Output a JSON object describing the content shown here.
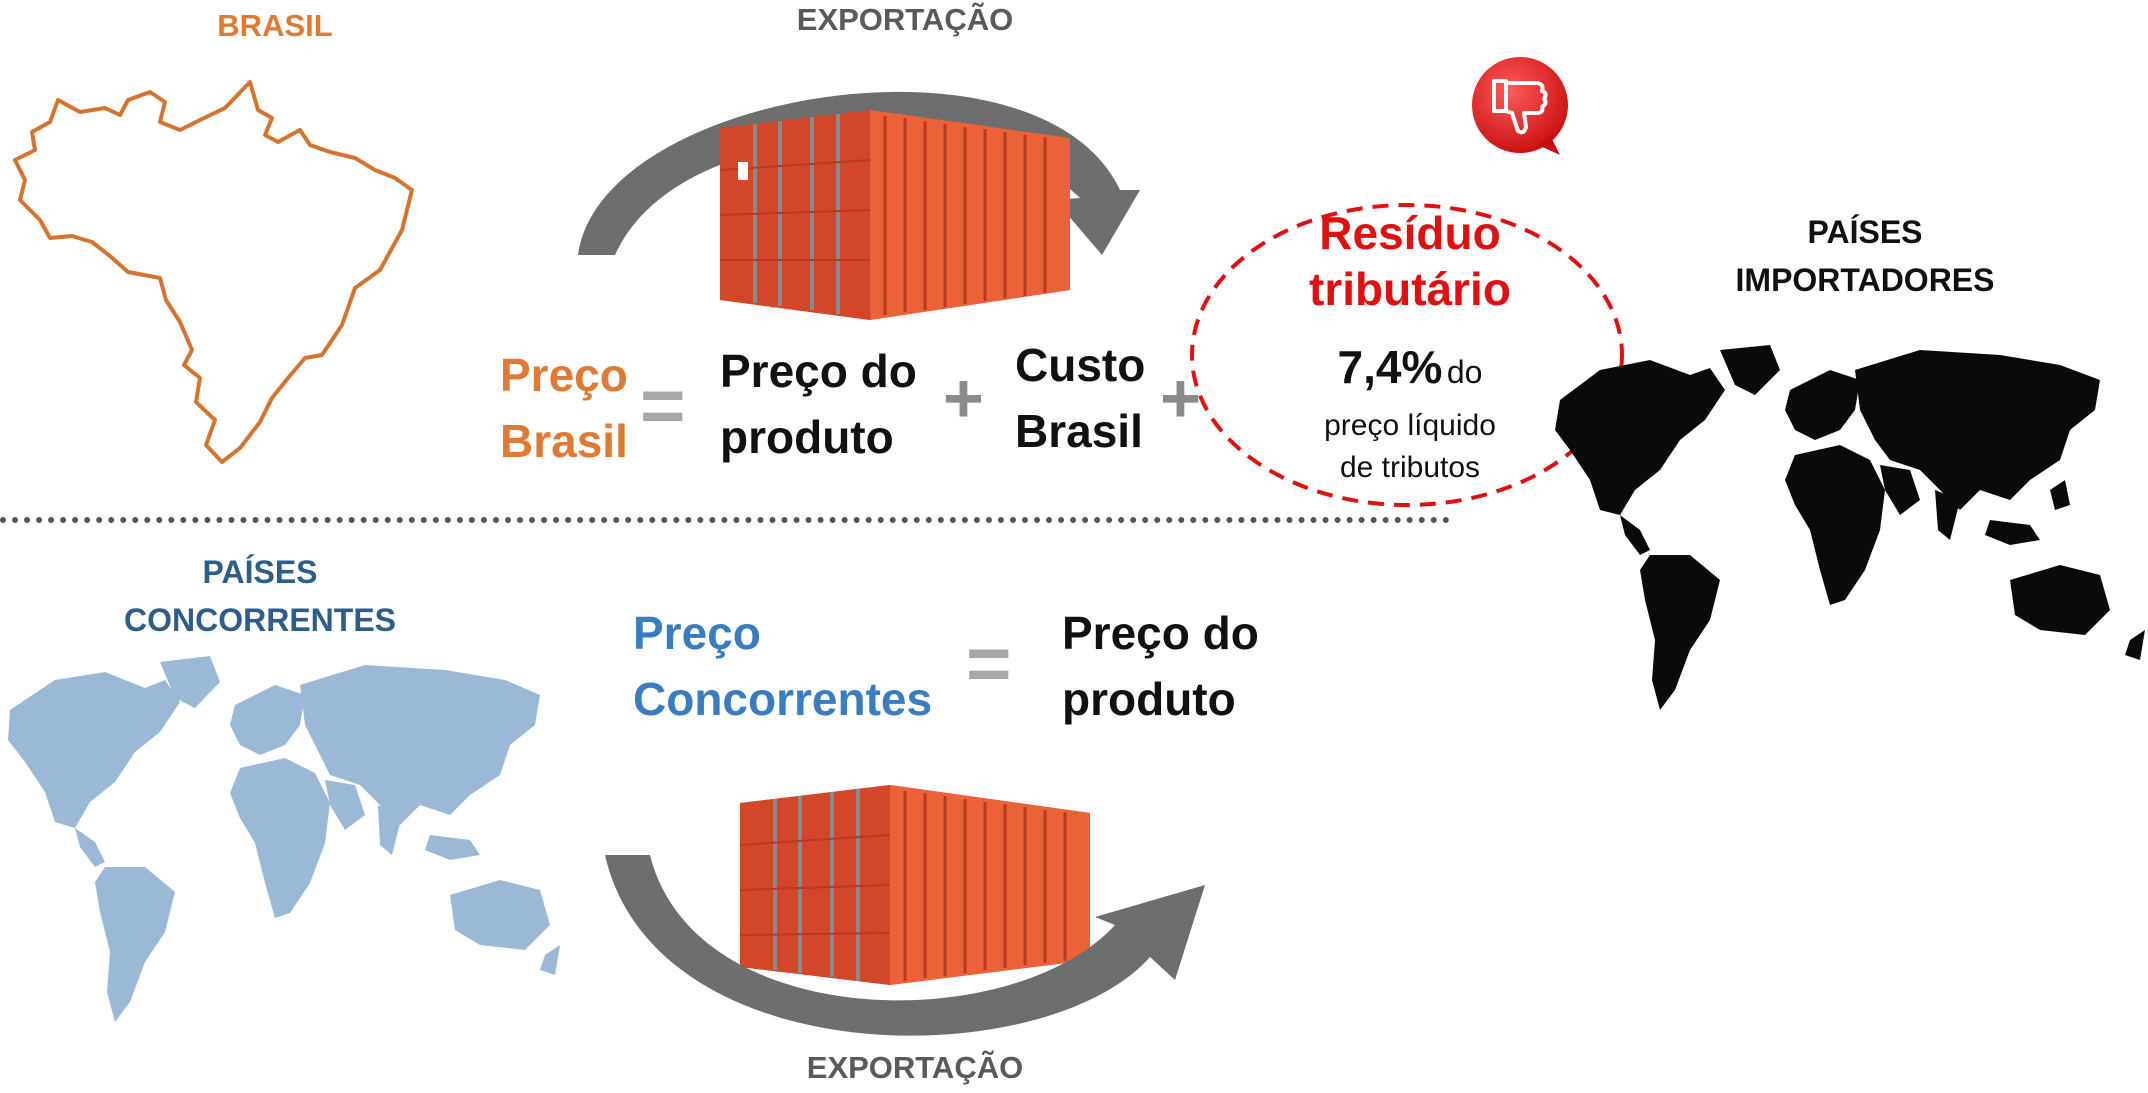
{
  "colors": {
    "orange": "#e07a32",
    "blue_title": "#2e5d8a",
    "blue_price": "#3a7cc0",
    "red": "#e01010",
    "gray_arrow": "#7a7a7a",
    "black": "#111111",
    "map_blue": "#9bb8d6"
  },
  "top": {
    "country_label": "BRASIL",
    "export_label": "EXPORTAÇÃO",
    "price_label_line1": "Preço",
    "price_label_line2": "Brasil",
    "equals": "=",
    "product_price_line1": "Preço do",
    "product_price_line2": "produto",
    "plus1": "+",
    "cost_line1": "Custo",
    "cost_line2": "Brasil",
    "plus2": "+",
    "residue_title_line1": "Resíduo",
    "residue_title_line2": "tributário",
    "residue_value": "7,4%",
    "residue_value_suffix": "do",
    "residue_desc_line1": "preço líquido",
    "residue_desc_line2": "de tributos",
    "thumbs_icon": "thumbs-down-icon"
  },
  "importers": {
    "label_line1": "PAÍSES",
    "label_line2": "IMPORTADORES"
  },
  "bottom": {
    "competitors_line1": "PAÍSES",
    "competitors_line2": "CONCORRENTES",
    "price_label_line1": "Preço",
    "price_label_line2": "Concorrentes",
    "equals": "=",
    "product_price_line1": "Preço do",
    "product_price_line2": "produto",
    "export_label": "EXPORTAÇÃO"
  }
}
